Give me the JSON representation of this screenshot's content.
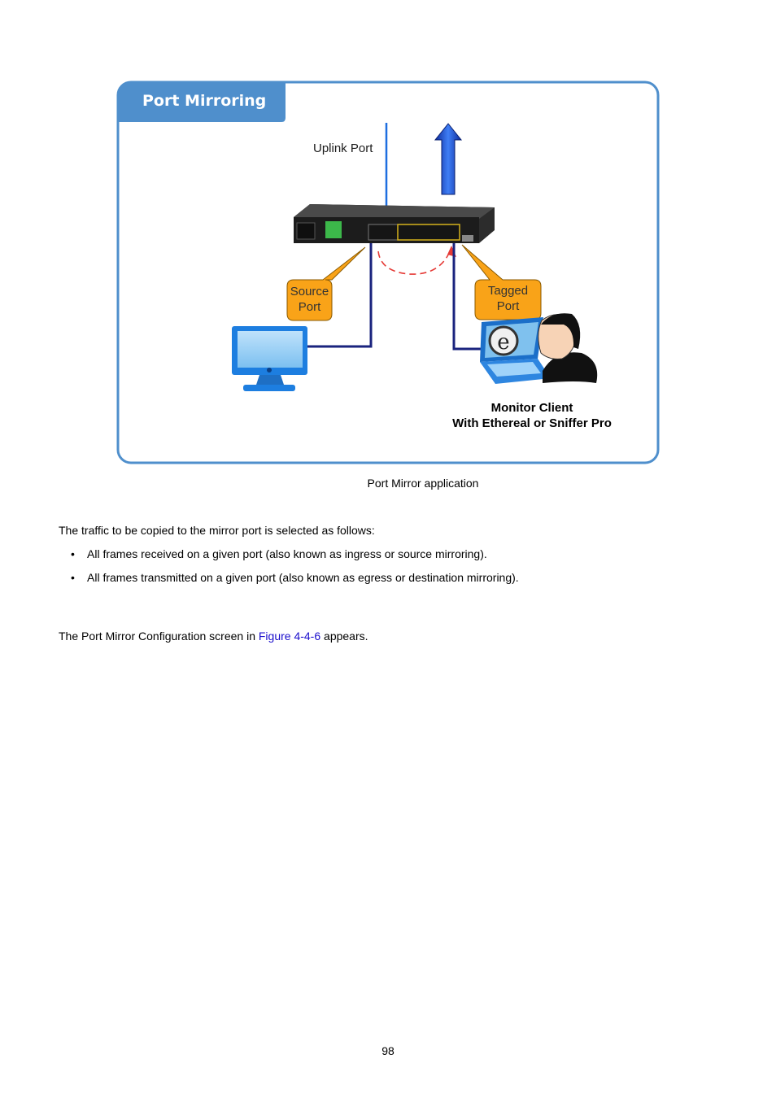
{
  "figure": {
    "title": "Port Mirroring",
    "uplink_label": "Uplink Port",
    "source_callout": [
      "Source",
      "Port"
    ],
    "tagged_callout": [
      "Tagged",
      "Port"
    ],
    "monitor_label": [
      "Monitor Client",
      "With Ethereal or Sniffer Pro"
    ],
    "colors": {
      "frame": "#4f8fcc",
      "title_bar": "#4f8fcc",
      "callout": "#f9a318",
      "cable": "#1a237e",
      "mirror_path": "#e53935"
    }
  },
  "caption": "Port Mirror application",
  "intro": "The traffic to be copied to the mirror port is selected as follows:",
  "bullets": [
    "All frames received on a given port (also known as ingress or source mirroring).",
    "All frames transmitted on a given port (also known as egress or destination mirroring)."
  ],
  "closing": {
    "before": "The Port Mirror Configuration screen in ",
    "link": "Figure 4-4-6",
    "after": " appears."
  },
  "page_number": "98"
}
